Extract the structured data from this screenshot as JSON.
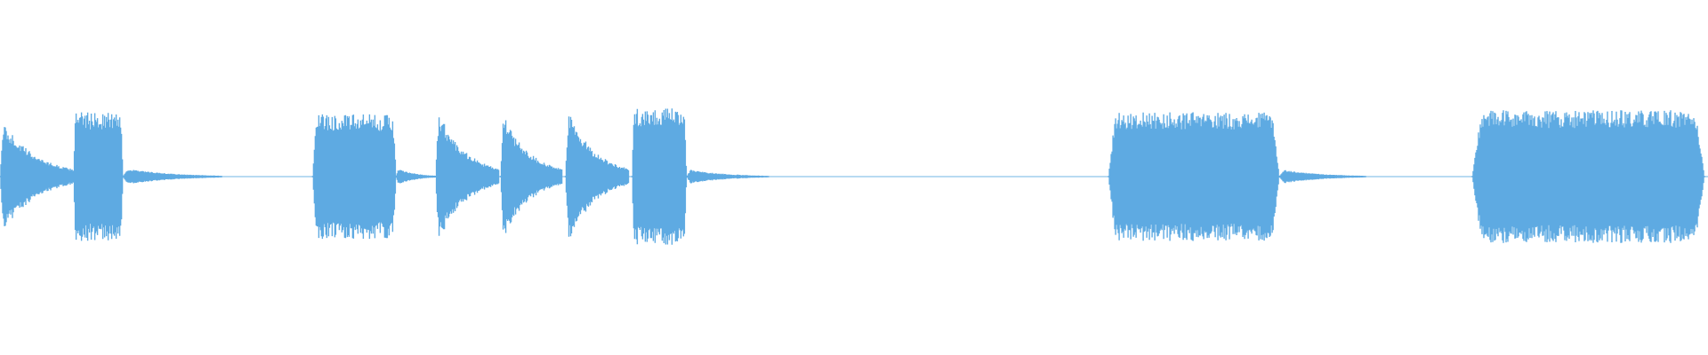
{
  "waveform": {
    "color": "#5EAAE2",
    "background": "#FFFFFF",
    "segments": [
      {
        "start": 0.0,
        "end": 0.045,
        "level": 0.55,
        "decay": true
      },
      {
        "start": 0.043,
        "end": 0.072,
        "level": 0.62,
        "decay": false
      },
      {
        "start": 0.072,
        "end": 0.13,
        "level": 0.08,
        "decay": true
      },
      {
        "start": 0.183,
        "end": 0.232,
        "level": 0.6,
        "decay": false
      },
      {
        "start": 0.232,
        "end": 0.255,
        "level": 0.08,
        "decay": true
      },
      {
        "start": 0.255,
        "end": 0.292,
        "level": 0.66,
        "decay": true
      },
      {
        "start": 0.293,
        "end": 0.329,
        "level": 0.63,
        "decay": true
      },
      {
        "start": 0.331,
        "end": 0.368,
        "level": 0.66,
        "decay": true
      },
      {
        "start": 0.37,
        "end": 0.402,
        "level": 0.66,
        "decay": false
      },
      {
        "start": 0.402,
        "end": 0.45,
        "level": 0.07,
        "decay": true
      },
      {
        "start": 0.649,
        "end": 0.749,
        "level": 0.62,
        "decay": false
      },
      {
        "start": 0.749,
        "end": 0.8,
        "level": 0.07,
        "decay": true
      },
      {
        "start": 0.862,
        "end": 0.998,
        "level": 0.64,
        "decay": false
      }
    ]
  }
}
